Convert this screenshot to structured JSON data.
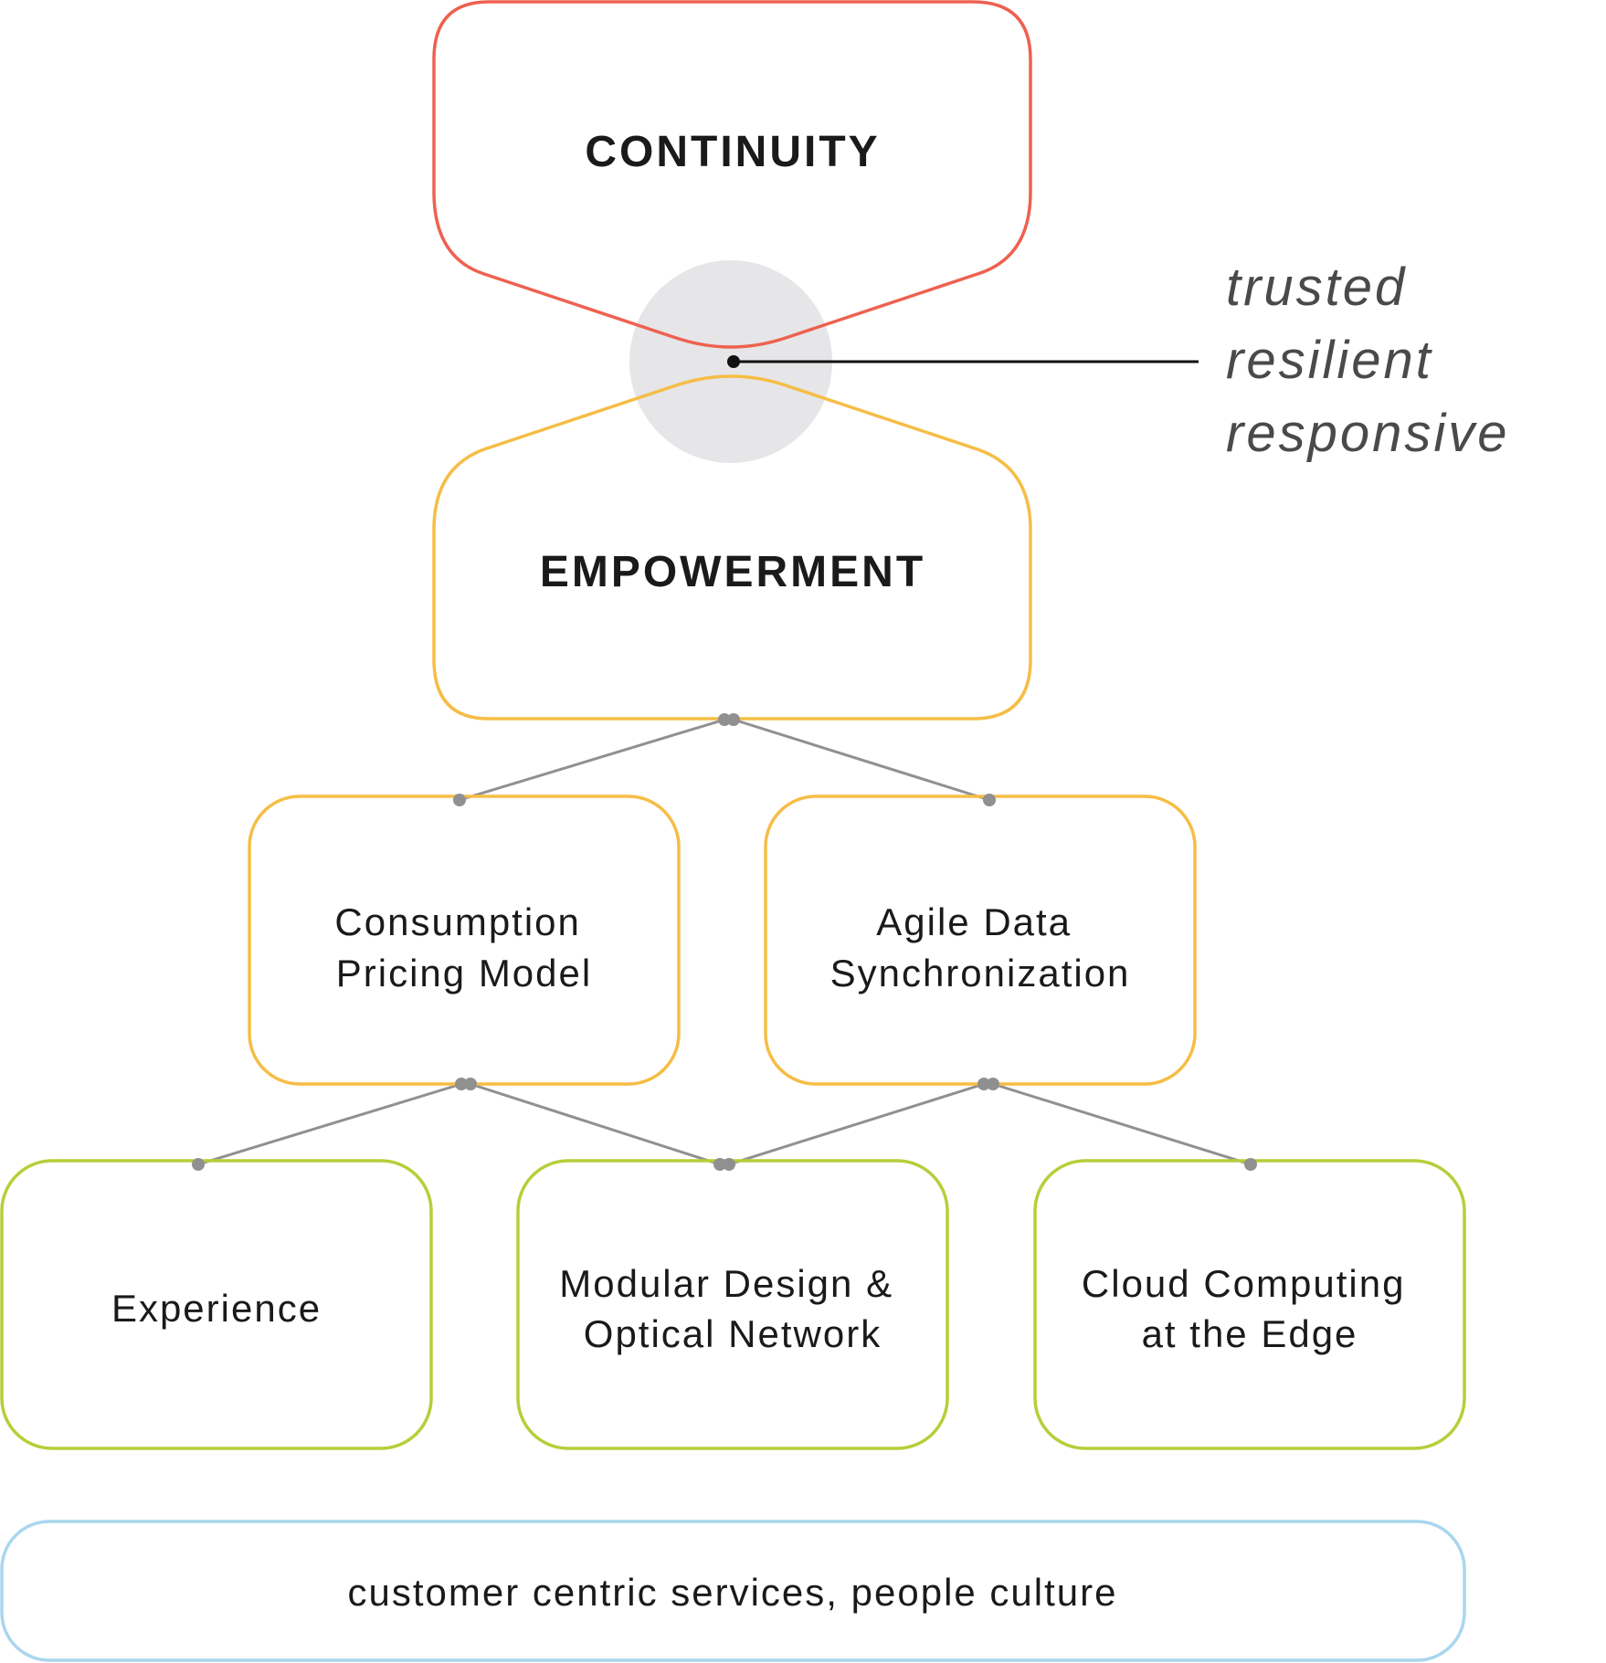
{
  "colors": {
    "continuity": "#ee6150",
    "empowerment": "#f6bd45",
    "pillar": "#f6bd45",
    "capability": "#b5cf3a",
    "foundation": "#a9d6ee",
    "connector": "#909090",
    "hub": "#e6e6e8",
    "pointer": "#111111"
  },
  "continuity": {
    "label": "CONTINUITY"
  },
  "empowerment": {
    "label": "EMPOWERMENT"
  },
  "attributes": [
    "trusted",
    "resilient",
    "responsive"
  ],
  "pillars": [
    {
      "lines": [
        "Consumption",
        "Pricing Model"
      ]
    },
    {
      "lines": [
        "Agile Data",
        "Synchronization"
      ]
    }
  ],
  "capabilities": [
    {
      "lines": [
        "Experience"
      ]
    },
    {
      "lines": [
        "Modular Design &",
        "Optical Network"
      ]
    },
    {
      "lines": [
        "Cloud Computing",
        "at the Edge"
      ]
    }
  ],
  "foundation": {
    "label": "customer centric services, people culture"
  }
}
